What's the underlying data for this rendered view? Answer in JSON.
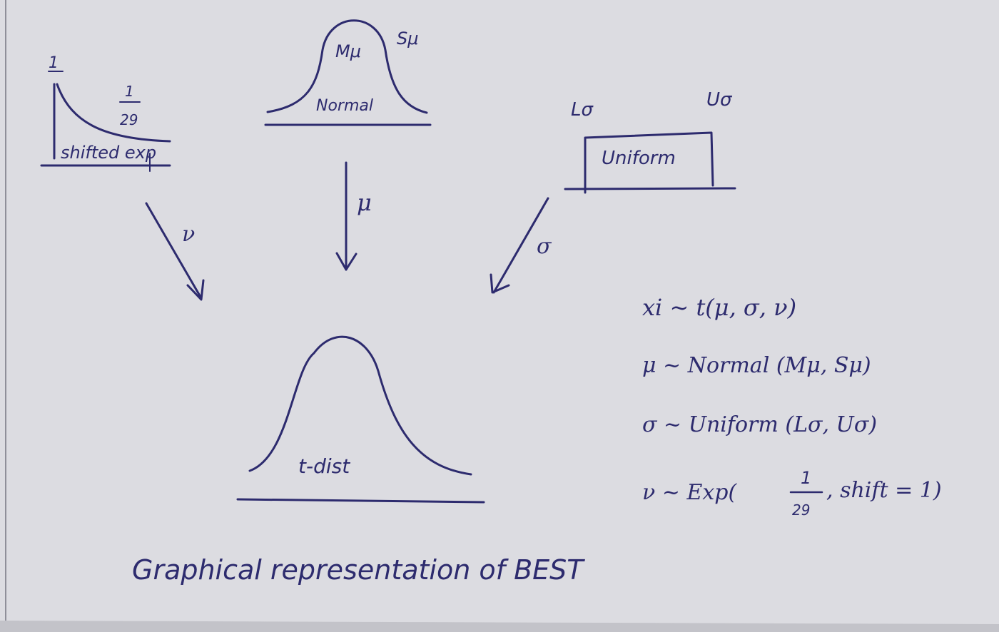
{
  "colors": {
    "ink": "#2d2b6e",
    "paper": "#dedee3",
    "shadow": "#b4b4bc"
  },
  "nodes": {
    "exp": {
      "label": "shifted exp",
      "peak": "1",
      "rate_num": "1",
      "rate_den": "29"
    },
    "normal": {
      "label": "Normal",
      "mean": "Mμ",
      "sd": "Sμ"
    },
    "uniform": {
      "label": "Uniform",
      "lower": "Lσ",
      "upper": "Uσ"
    },
    "t": {
      "label": "t-dist"
    }
  },
  "arrows": {
    "nu": "ν",
    "mu": "μ",
    "sigma": "σ"
  },
  "model": {
    "line1": "xi ~ t(μ, σ, ν)",
    "line2": "μ ~ Normal (Mμ, Sμ)",
    "line3": "σ ~ Uniform (Lσ, Uσ)",
    "line4_prefix": "ν ~ Exp(",
    "line4_num": "1",
    "line4_den": "29",
    "line4_suffix": ", shift = 1)"
  },
  "caption": "Graphical representation of BEST"
}
